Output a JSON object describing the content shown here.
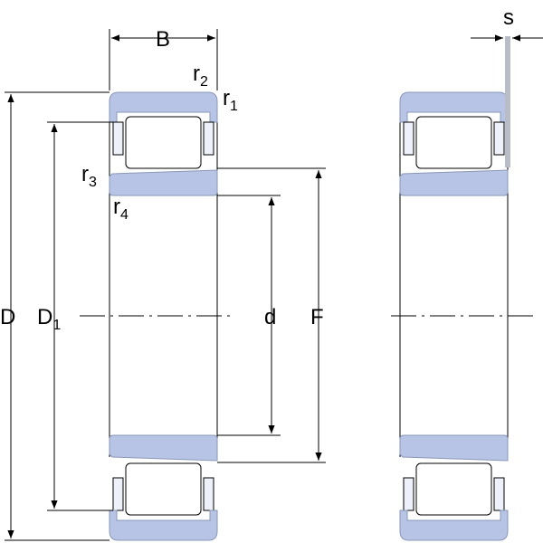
{
  "labels": {
    "B": "B",
    "s": "s",
    "r1": {
      "base": "r",
      "sub": "1"
    },
    "r2": {
      "base": "r",
      "sub": "2"
    },
    "r3": {
      "base": "r",
      "sub": "3"
    },
    "r4": {
      "base": "r",
      "sub": "4"
    },
    "D": "D",
    "D1": {
      "base": "D",
      "sub": "1"
    },
    "d": "d",
    "F": "F"
  },
  "colors": {
    "ring_fill": "#b7c4e6",
    "ring_stroke": "#8a97b5",
    "roller_fill": "#ffffff",
    "cage_fill": "#eef1f9",
    "line": "#000000",
    "shaft_indicator": "#b7bcc6"
  }
}
